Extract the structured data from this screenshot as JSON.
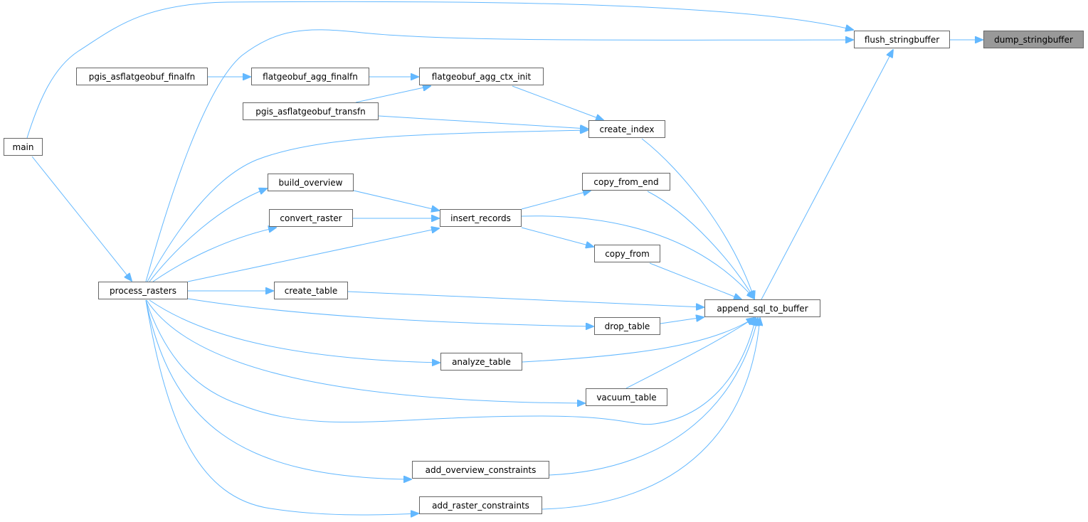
{
  "graph": {
    "type": "caller-graph",
    "root": "dump_stringbuffer",
    "nodes": {
      "dump_stringbuffer": "dump_stringbuffer",
      "flush_stringbuffer": "flush_stringbuffer",
      "pgis_asflatgeobuf_finalfn": "pgis_asflatgeobuf_finalfn",
      "flatgeobuf_agg_finalfn": "flatgeobuf_agg_finalfn",
      "flatgeobuf_agg_ctx_init": "flatgeobuf_agg_ctx_init",
      "pgis_asflatgeobuf_transfn": "pgis_asflatgeobuf_transfn",
      "main": "main",
      "create_index": "create_index",
      "build_overview": "build_overview",
      "copy_from_end": "copy_from_end",
      "convert_raster": "convert_raster",
      "insert_records": "insert_records",
      "copy_from": "copy_from",
      "process_rasters": "process_rasters",
      "create_table": "create_table",
      "append_sql_to_buffer": "append_sql_to_buffer",
      "drop_table": "drop_table",
      "analyze_table": "analyze_table",
      "vacuum_table": "vacuum_table",
      "add_overview_constraints": "add_overview_constraints",
      "add_raster_constraints": "add_raster_constraints"
    },
    "edges": [
      [
        "flush_stringbuffer",
        "dump_stringbuffer"
      ],
      [
        "main",
        "flush_stringbuffer"
      ],
      [
        "process_rasters",
        "flush_stringbuffer"
      ],
      [
        "append_sql_to_buffer",
        "flush_stringbuffer"
      ],
      [
        "pgis_asflatgeobuf_finalfn",
        "flatgeobuf_agg_finalfn"
      ],
      [
        "flatgeobuf_agg_finalfn",
        "flatgeobuf_agg_ctx_init"
      ],
      [
        "pgis_asflatgeobuf_transfn",
        "flatgeobuf_agg_ctx_init"
      ],
      [
        "flatgeobuf_agg_ctx_init",
        "create_index"
      ],
      [
        "pgis_asflatgeobuf_transfn",
        "create_index"
      ],
      [
        "process_rasters",
        "create_index"
      ],
      [
        "create_index",
        "append_sql_to_buffer"
      ],
      [
        "process_rasters",
        "build_overview"
      ],
      [
        "build_overview",
        "insert_records"
      ],
      [
        "convert_raster",
        "insert_records"
      ],
      [
        "process_rasters",
        "convert_raster"
      ],
      [
        "process_rasters",
        "insert_records"
      ],
      [
        "insert_records",
        "copy_from_end"
      ],
      [
        "copy_from_end",
        "append_sql_to_buffer"
      ],
      [
        "insert_records",
        "append_sql_to_buffer"
      ],
      [
        "insert_records",
        "copy_from"
      ],
      [
        "copy_from",
        "append_sql_to_buffer"
      ],
      [
        "process_rasters",
        "create_table"
      ],
      [
        "create_table",
        "append_sql_to_buffer"
      ],
      [
        "process_rasters",
        "drop_table"
      ],
      [
        "drop_table",
        "append_sql_to_buffer"
      ],
      [
        "process_rasters",
        "analyze_table"
      ],
      [
        "analyze_table",
        "append_sql_to_buffer"
      ],
      [
        "process_rasters",
        "vacuum_table"
      ],
      [
        "vacuum_table",
        "append_sql_to_buffer"
      ],
      [
        "process_rasters",
        "append_sql_to_buffer"
      ],
      [
        "process_rasters",
        "add_overview_constraints"
      ],
      [
        "add_overview_constraints",
        "append_sql_to_buffer"
      ],
      [
        "process_rasters",
        "add_raster_constraints"
      ],
      [
        "add_raster_constraints",
        "append_sql_to_buffer"
      ],
      [
        "main",
        "process_rasters"
      ]
    ],
    "colors": {
      "edge": "#63b8ff",
      "root_fill": "#999999",
      "node_border": "#666666"
    }
  }
}
